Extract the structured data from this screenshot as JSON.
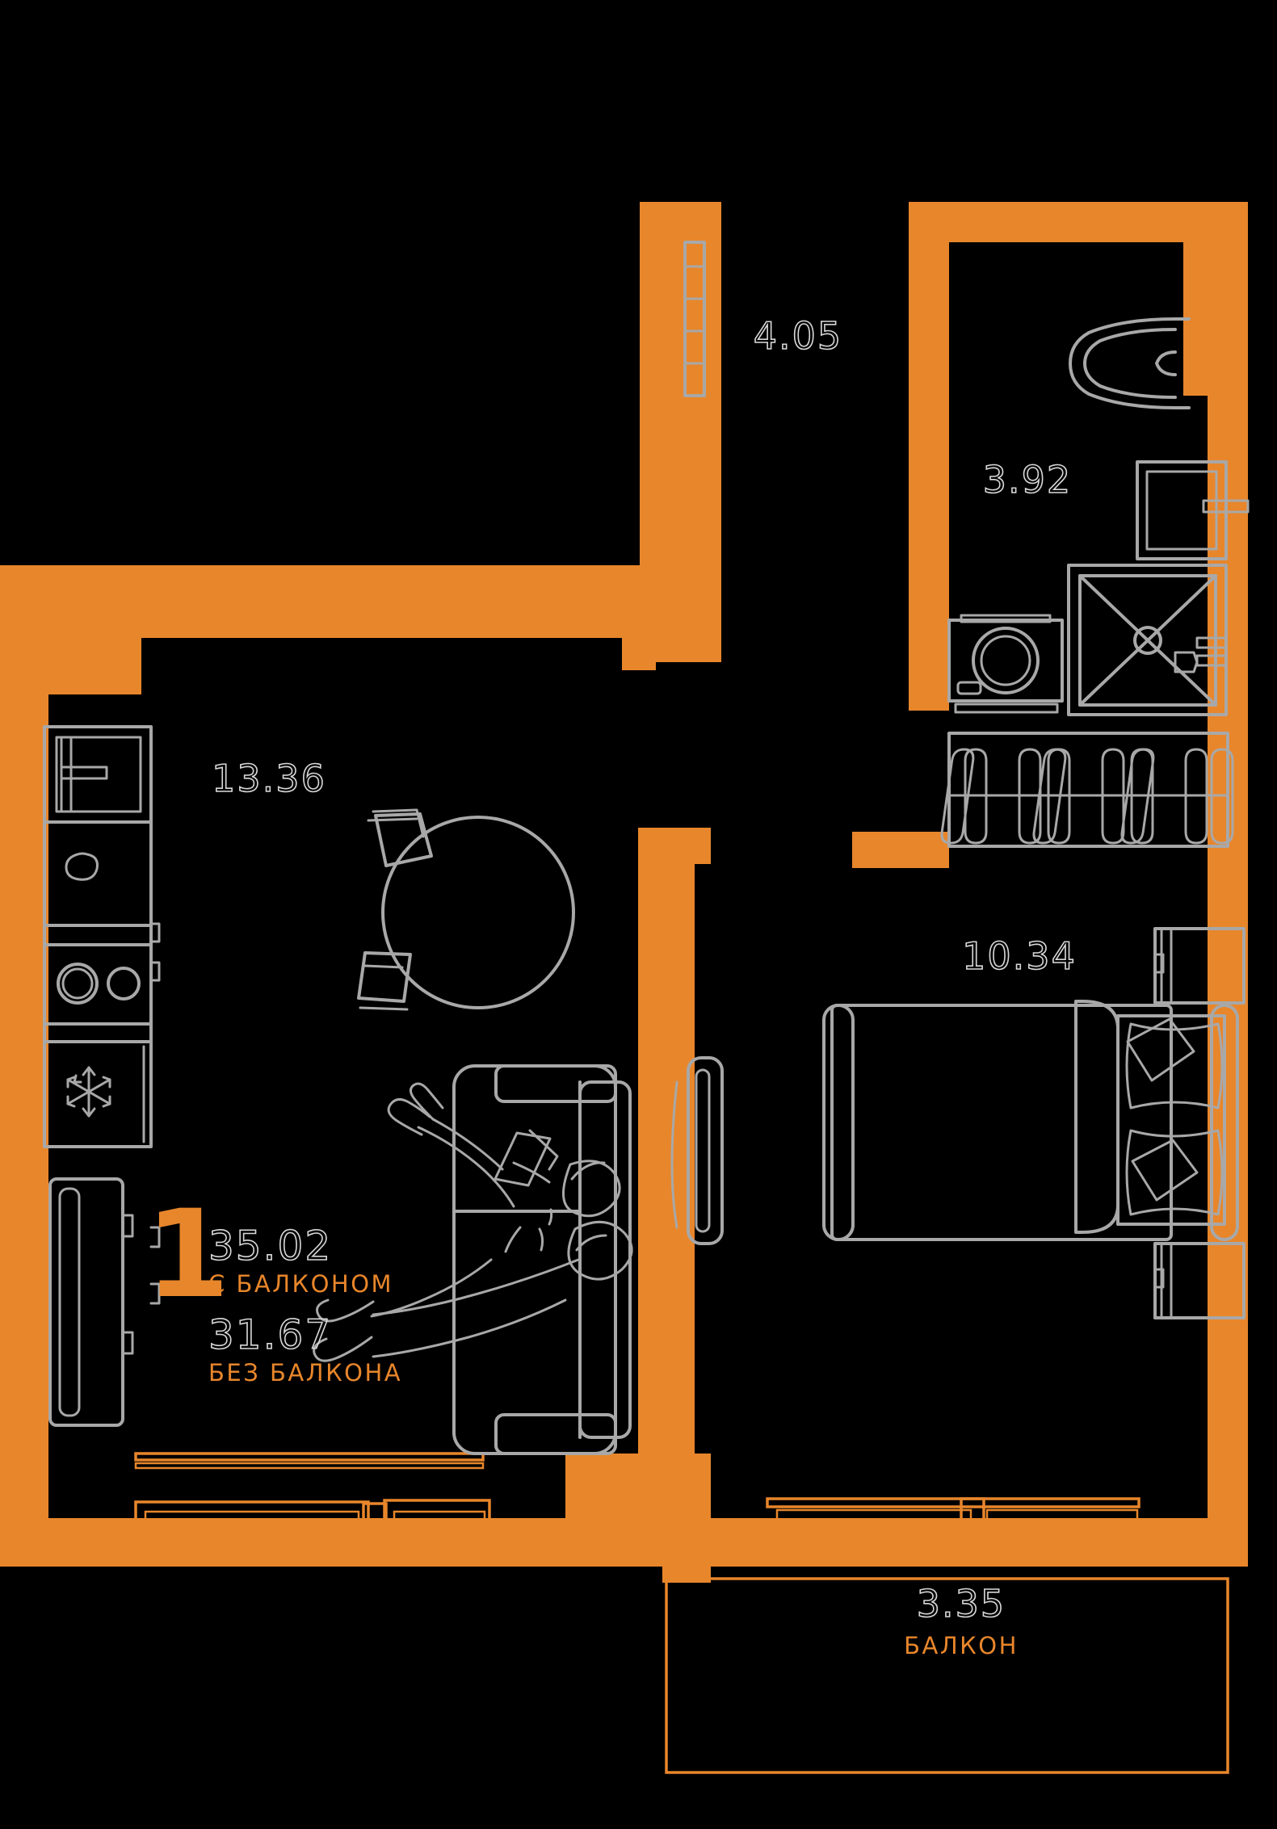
{
  "plan": {
    "type": "apartment-floor-plan",
    "rooms_count": "1",
    "accent_color": "#E8862B",
    "fixture_color": "#a8a8a8",
    "background_color": "#000000",
    "total_area_with_balcony": "35.02",
    "label_with_balcony": "С БАЛКОНОМ",
    "total_area_without_balcony": "31.67",
    "label_without_balcony": "БЕЗ БАЛКОНА",
    "rooms": [
      {
        "name": "hallway",
        "area": "4.05",
        "label": ""
      },
      {
        "name": "bathroom",
        "area": "3.92",
        "label": ""
      },
      {
        "name": "kitchen-living",
        "area": "13.36",
        "label": ""
      },
      {
        "name": "bedroom",
        "area": "10.34",
        "label": ""
      },
      {
        "name": "balcony",
        "area": "3.35",
        "label": "БАЛКОН"
      }
    ],
    "fixtures": [
      "kitchen-sink-icon",
      "kitchen-faucet-icon",
      "kitchen-stove-icon",
      "refrigerator-icon",
      "radiator-icon",
      "dining-table-icon",
      "dining-chair-icon",
      "sofa-icon",
      "person-figure-icon",
      "toilet-icon",
      "sink-icon",
      "washing-machine-icon",
      "shower-stall-icon",
      "wardrobe-icon",
      "bed-icon",
      "pillow-icon",
      "nightstand-icon",
      "window-icon",
      "door-icon"
    ]
  }
}
